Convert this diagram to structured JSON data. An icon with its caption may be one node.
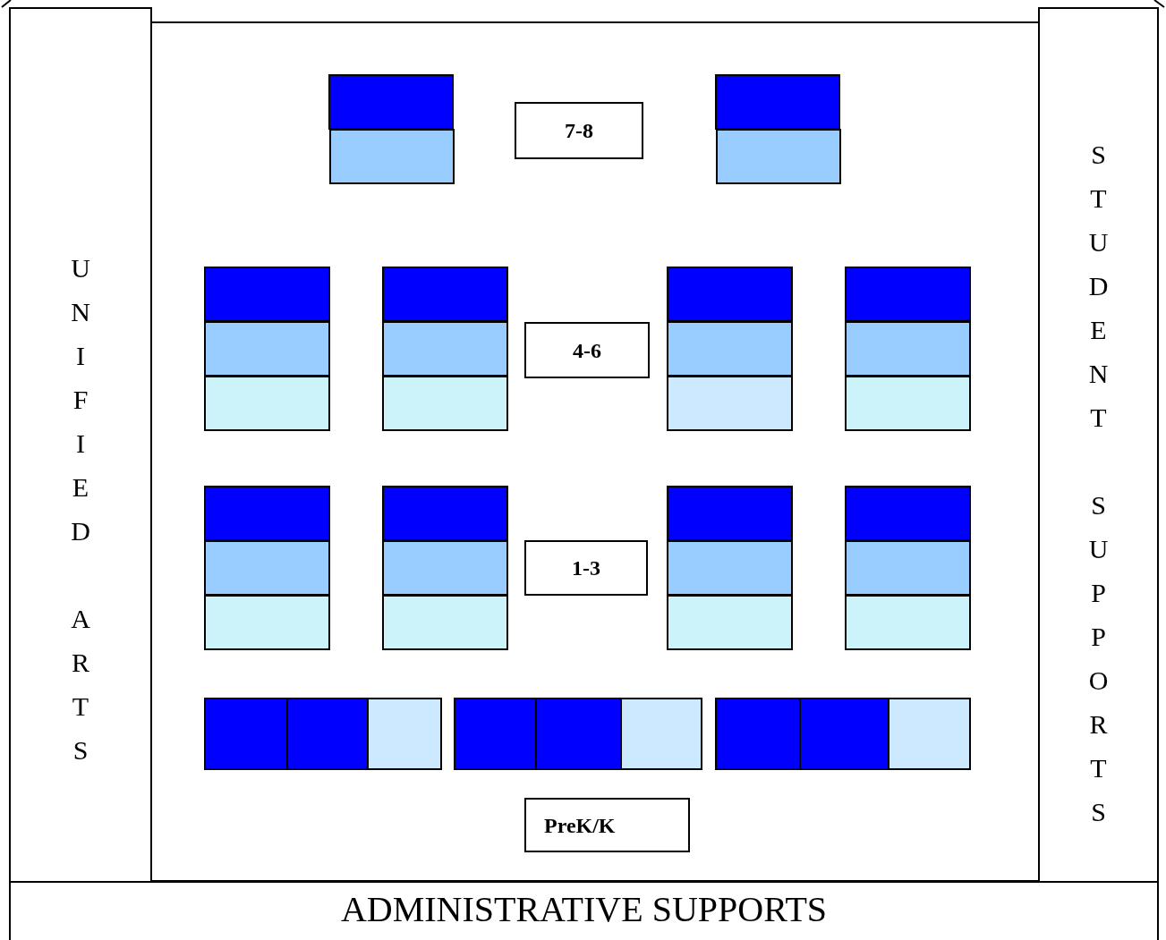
{
  "diagram": {
    "nodes": [
      {
        "text": [
          "UNIFIED ARTS"
        ]
      },
      {
        "text": [
          "STUDENT SUPPORTS"
        ]
      },
      {
        "text": [],
        "shape": "box"
      },
      {
        "text": [],
        "shape": "box"
      },
      {
        "text": [
          "7-8"
        ]
      },
      {
        "text": [],
        "shape": "box"
      },
      {
        "text": [],
        "shape": "box"
      },
      {
        "text": [],
        "shape": "box"
      },
      {
        "text": [],
        "shape": "box"
      },
      {
        "text": [],
        "shape": "box"
      },
      {
        "text": [],
        "shape": "box"
      },
      {
        "text": [],
        "shape": "box"
      },
      {
        "text": [],
        "shape": "box"
      },
      {
        "text": [
          "4-6"
        ]
      },
      {
        "text": [],
        "shape": "box"
      },
      {
        "text": [],
        "shape": "box"
      },
      {
        "text": [],
        "shape": "box"
      },
      {
        "text": [],
        "shape": "box"
      },
      {
        "text": [],
        "shape": "box"
      },
      {
        "text": [],
        "shape": "box"
      },
      {
        "text": [],
        "shape": "box"
      },
      {
        "text": [],
        "shape": "box"
      },
      {
        "text": [],
        "shape": "box"
      },
      {
        "text": [],
        "shape": "box"
      },
      {
        "text": [],
        "shape": "box"
      },
      {
        "text": [],
        "shape": "box"
      },
      {
        "text": [
          "1-3"
        ]
      },
      {
        "text": [],
        "shape": "box"
      },
      {
        "text": [],
        "shape": "box"
      },
      {
        "text": [],
        "shape": "box"
      },
      {
        "text": [],
        "shape": "box"
      },
      {
        "text": [],
        "shape": "box"
      },
      {
        "text": [],
        "shape": "box"
      },
      {
        "text": [],
        "shape": "box"
      },
      {
        "text": [],
        "shape": "box"
      },
      {
        "text": [],
        "shape": "box"
      },
      {
        "text": [],
        "shape": "box"
      },
      {
        "text": [],
        "shape": "box"
      },
      {
        "text": [],
        "shape": "box"
      },
      {
        "text": [],
        "shape": "box"
      },
      {
        "text": [],
        "shape": "box"
      },
      {
        "text": [],
        "shape": "box"
      },
      {
        "text": [
          "PreK/K"
        ]
      },
      {
        "text": [
          "ADMINISTRATIVE SUPPORTS"
        ]
      }
    ]
  }
}
